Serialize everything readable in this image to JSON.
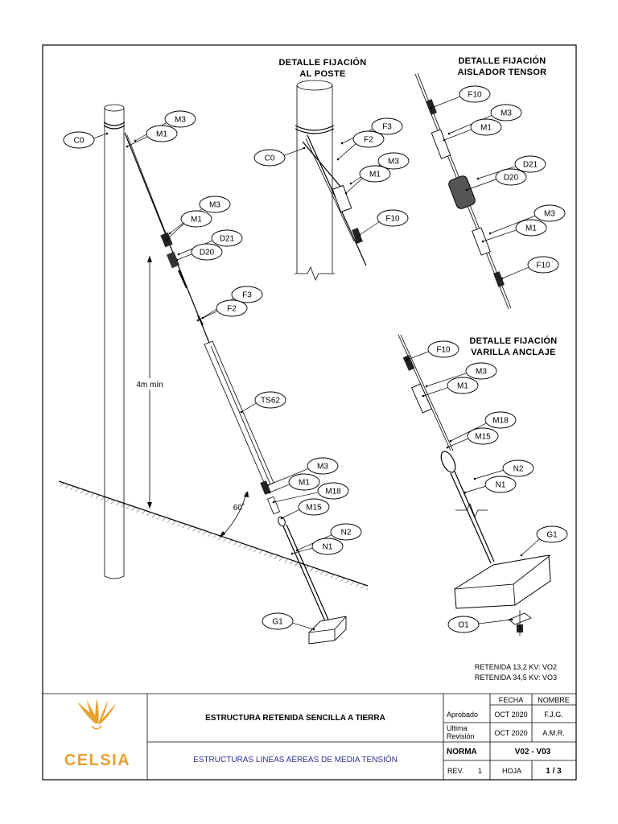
{
  "details": {
    "pole_title": [
      "DETALLE FIJACIÓN",
      "AL POSTE"
    ],
    "insulator_title": [
      "DETALLE FIJACIÓN",
      "AISLADOR TENSOR"
    ],
    "rod_title": [
      "DETALLE FIJACIÓN",
      "VARILLA ANCLAJE"
    ]
  },
  "dimension_label": "4m mín",
  "angle_label": "60˚",
  "callouts": {
    "main": [
      "C0",
      "M3",
      "M1",
      "M3",
      "M1",
      "D21",
      "D20",
      "F3",
      "F2",
      "TS62",
      "M3",
      "M1",
      "M18",
      "M15",
      "N2",
      "N1",
      "G1"
    ],
    "pole_detail": [
      "F3",
      "F2",
      "C0",
      "M3",
      "M1",
      "F10"
    ],
    "insulator_detail": [
      "F10",
      "M3",
      "M1",
      "D21",
      "D20",
      "M3",
      "M1",
      "F10"
    ],
    "rod_detail": [
      "F10",
      "M3",
      "M1",
      "M18",
      "M15",
      "N2",
      "N1",
      "G1",
      "O1"
    ]
  },
  "notes": [
    "RETENIDA 13,2 KV: VO2",
    "RETENIDA 34,5 KV: VO3"
  ],
  "title_block": {
    "logo_text": "CELSIA",
    "title": "ESTRUCTURA RETENIDA SENCILLA A TIERRA",
    "subtitle": "ESTRUCTURAS LINEAS AÉREAS DE MEDIA TENSIÓN",
    "col_fecha": "FECHA",
    "col_nombre": "NOMBRE",
    "aprobado_label": "Aprobado",
    "aprobado_fecha": "OCT 2020",
    "aprobado_nombre": "F.J.G.",
    "revision_label": [
      "Ultima",
      "Revisión"
    ],
    "revision_fecha": "OCT 2020",
    "revision_nombre": "A.M.R.",
    "norma_label": "NORMA",
    "norma_value": "V02 - V03",
    "rev_label": "REV.",
    "rev_value": "1",
    "hoja_label": "HOJA",
    "hoja_value": "1 / 3"
  },
  "colors": {
    "logo": "#E8A031",
    "subtitle": "#2E3192",
    "line": "#000000"
  }
}
